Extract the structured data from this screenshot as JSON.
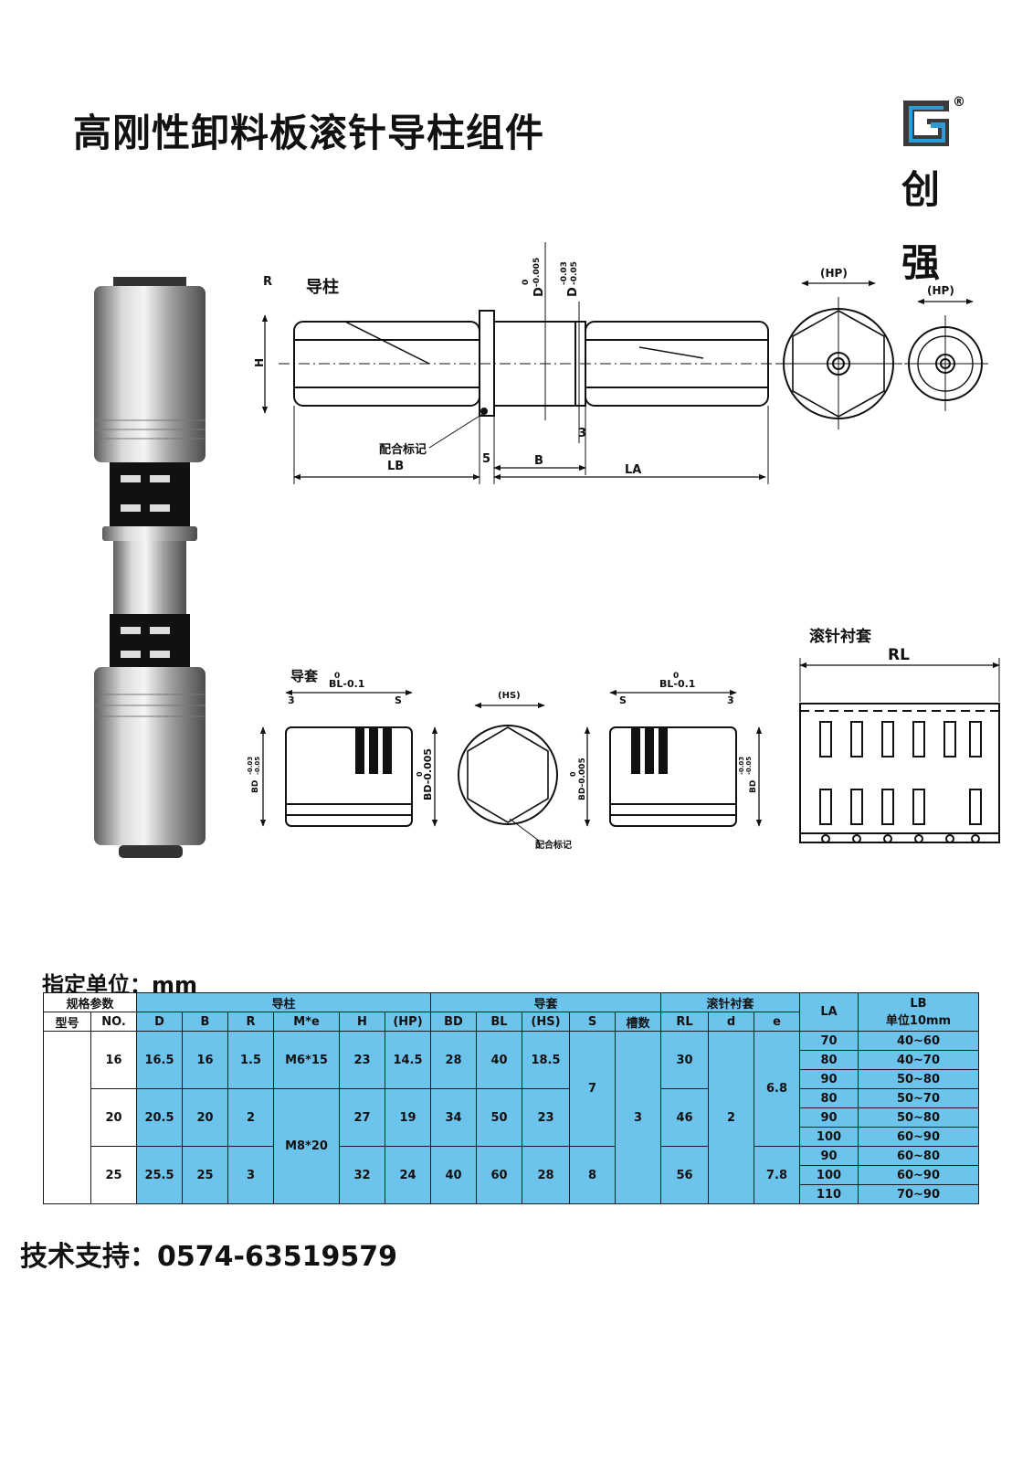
{
  "header": {
    "title": "高刚性卸料板滚针导柱组件"
  },
  "brand": {
    "chars": [
      "创",
      "强"
    ],
    "registered": "®",
    "accent": "#2d9bd6",
    "dark": "#3a3a3a"
  },
  "drawing": {
    "guide_pillar": {
      "title": "导柱",
      "r": "R",
      "h": "H",
      "d1": "D",
      "d1_tol_upper": "0",
      "d1_tol_lower": "-0.005",
      "d2": "D",
      "d2_tol_upper": "-0.03",
      "d2_tol_lower": "-0.05",
      "mark": "配合标记",
      "lb": "LB",
      "five": "5",
      "b": "B",
      "three": "3",
      "la": "LA",
      "hp1": "(HP)",
      "hp2": "(HP)"
    },
    "guide_bush": {
      "title": "导套",
      "bl_tol": "0",
      "bl": "BL-0.1",
      "three_left": "3",
      "s_right": "S",
      "bd_left": "BD",
      "bd_left_tol_upper": "-0.03",
      "bd_left_tol_lower": "-0.05",
      "bd_right": "BD-0.005",
      "bd_right_tol": "0",
      "hs": "(HS)",
      "mark": "配合标记",
      "bl2_tol": "0",
      "bl2": "BL-0.1",
      "s_left": "S",
      "three_right": "3",
      "bd2_left": "BD-0.005",
      "bd2_left_tol": "0",
      "bd2_right": "BD",
      "bd2_right_tol_upper": "-0.03",
      "bd2_right_tol_lower": "-0.05"
    },
    "needle_sleeve": {
      "title": "滚针衬套",
      "rl": "RL"
    }
  },
  "table": {
    "unit_label": "指定单位：mm",
    "groups": {
      "spec": "规格参数",
      "pillar": "导柱",
      "bush": "导套",
      "sleeve": "滚针衬套",
      "la": "LA",
      "lb": "LB",
      "lb_unit": "单位10mm"
    },
    "columns": [
      "型号",
      "NO.",
      "D",
      "B",
      "R",
      "M*e",
      "H",
      "(HP)",
      "BD",
      "BL",
      "(HS)",
      "S",
      "槽数",
      "RL",
      "d",
      "e"
    ],
    "groups_rows": [
      {
        "no": "16",
        "D": "16.5",
        "B": "16",
        "R": "1.5",
        "Me": "M6*15",
        "H": "23",
        "HP": "14.5",
        "BD": "28",
        "BL": "40",
        "HS": "18.5",
        "RL": "30"
      },
      {
        "no": "20",
        "D": "20.5",
        "B": "20",
        "R": "2",
        "H": "27",
        "HP": "19",
        "BD": "34",
        "BL": "50",
        "HS": "23",
        "RL": "46"
      },
      {
        "no": "25",
        "D": "25.5",
        "B": "25",
        "R": "3",
        "H": "32",
        "HP": "24",
        "BD": "40",
        "BL": "60",
        "HS": "28",
        "RL": "56"
      }
    ],
    "merged": {
      "Me_2_3": "M8*20",
      "S_1_2": "7",
      "S_3": "8",
      "slots": "3",
      "d": "2",
      "e_1_2": "6.8",
      "e_3": "7.8"
    },
    "la_lb": [
      {
        "la": "70",
        "lb": "40~60"
      },
      {
        "la": "80",
        "lb": "40~70"
      },
      {
        "la": "90",
        "lb": "50~80"
      },
      {
        "la": "80",
        "lb": "50~70"
      },
      {
        "la": "90",
        "lb": "50~80"
      },
      {
        "la": "100",
        "lb": "60~90"
      },
      {
        "la": "90",
        "lb": "60~80"
      },
      {
        "la": "100",
        "lb": "60~90"
      },
      {
        "la": "110",
        "lb": "70~90"
      }
    ]
  },
  "footer": {
    "support": "技术支持：0574-63519579"
  }
}
